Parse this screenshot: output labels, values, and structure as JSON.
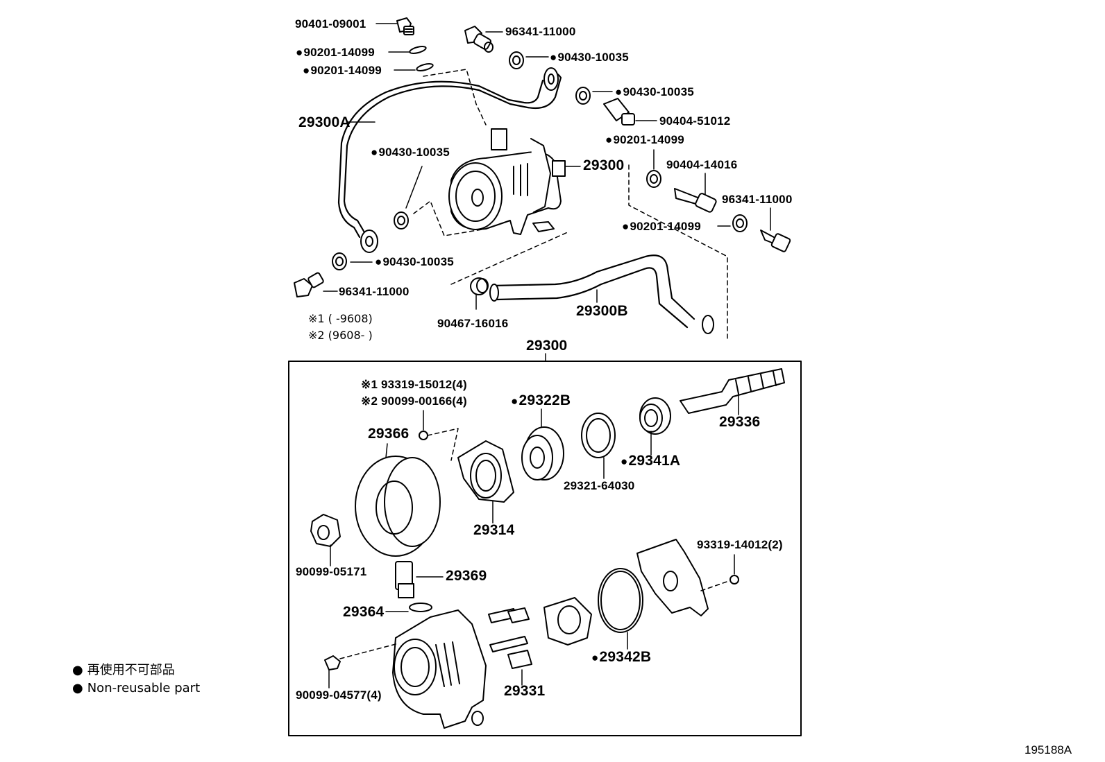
{
  "labels": {
    "p90401_09001": "90401-09001",
    "p90201_14099_a": "90201-14099",
    "p90201_14099_b": "90201-14099",
    "p96341_11000_top": "96341-11000",
    "p90430_10035_a": "90430-10035",
    "p90430_10035_b": "90430-10035",
    "p90404_51012": "90404-51012",
    "p90201_14099_c": "90201-14099",
    "p90404_14016": "90404-14016",
    "p96341_11000_right": "96341-11000",
    "p90201_14099_d": "90201-14099",
    "p29300A": "29300A",
    "p90430_10035_c": "90430-10035",
    "p29300_pump": "29300",
    "p90430_10035_d": "90430-10035",
    "p96341_11000_left": "96341-11000",
    "p90467_16016": "90467-16016",
    "p29300B": "29300B",
    "p29300_box": "29300",
    "p93319_15012": "※1 93319-15012(4)",
    "p90099_00166": "※2 90099-00166(4)",
    "p29322B": "29322B",
    "p29336": "29336",
    "p29366": "29366",
    "p29341A": "29341A",
    "p29321_64030": "29321-64030",
    "p29314": "29314",
    "p93319_14012": "93319-14012(2)",
    "p90099_05171": "90099-05171",
    "p29369": "29369",
    "p29364": "29364",
    "p29342B": "29342B",
    "p90099_04577": "90099-04577(4)",
    "p29331": "29331"
  },
  "notes": {
    "note1": "※1 (    -9608)",
    "note2": "※2 (9608-    )"
  },
  "legend": {
    "bullet": "●",
    "jp": "再使用不可部品",
    "en": "Non-reusable part"
  },
  "ref_code": "195188A"
}
